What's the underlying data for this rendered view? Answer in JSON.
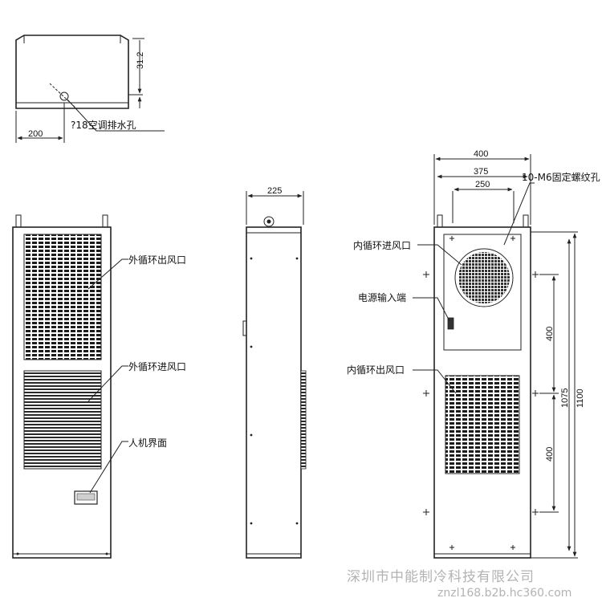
{
  "top_view": {
    "drain_label": "?18空调排水孔",
    "dim_width": "200",
    "dim_height": "31.2"
  },
  "front_view": {
    "outer_out_label": "外循环出风口",
    "outer_in_label": "外循环进风口",
    "hmi_label": "人机界面"
  },
  "side_view": {
    "dim_depth": "225"
  },
  "back_view": {
    "dim_400": "400",
    "dim_375": "375",
    "dim_250": "250",
    "mount_holes_label": "10-M6固定螺纹孔",
    "inner_in_label": "内循环进风口",
    "power_label": "电源输入端",
    "inner_out_label": "内循环出风口",
    "dim_v_400_top": "400",
    "dim_v_400_bottom": "400",
    "dim_1075": "1075",
    "dim_1100": "1100"
  },
  "watermark": {
    "company": "深圳市中能制冷科技有限公司",
    "site": "znzl168.b2b.hc360.com"
  }
}
